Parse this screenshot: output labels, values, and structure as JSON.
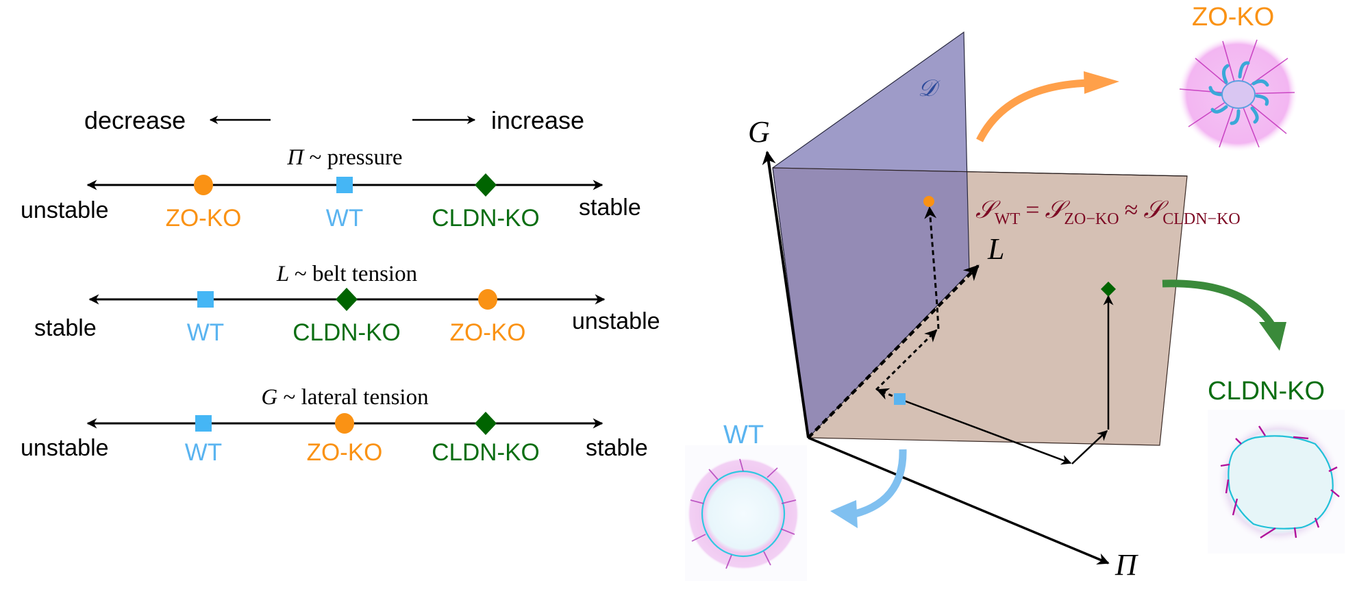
{
  "colors": {
    "wt": "#45b6f5",
    "wt_label": "#5ab4f0",
    "zo_ko": "#fa9214",
    "cldn_ko": "#006400",
    "cldn_label": "#0a6e12",
    "plane_d": "#9c98c0",
    "plane_s": "#d5c0b4",
    "plane_overlap": "#8d7888",
    "surface_label": "#7d0a24",
    "arrow_zo": "#ffa04a",
    "arrow_cldn": "#3a8a3a",
    "arrow_wt": "#80c0f0"
  },
  "legend": {
    "decrease": "decrease",
    "increase": "increase"
  },
  "scales": [
    {
      "id": "pressure",
      "symbol": "Π",
      "title": "~ pressure",
      "left_label": "unstable",
      "right_label": "stable",
      "markers": [
        {
          "name": "ZO-KO",
          "shape": "circle",
          "position": 0.23
        },
        {
          "name": "WT",
          "shape": "square",
          "position": 0.5
        },
        {
          "name": "CLDN-KO",
          "shape": "diamond",
          "position": 0.77
        }
      ]
    },
    {
      "id": "belt-tension",
      "symbol": "L",
      "title": "~ belt tension",
      "left_label": "stable",
      "right_label": "unstable",
      "markers": [
        {
          "name": "WT",
          "shape": "square",
          "position": 0.23
        },
        {
          "name": "CLDN-KO",
          "shape": "diamond",
          "position": 0.5
        },
        {
          "name": "ZO-KO",
          "shape": "circle",
          "position": 0.77
        }
      ]
    },
    {
      "id": "lateral-tension",
      "symbol": "G",
      "title": "~ lateral tension",
      "left_label": "unstable",
      "right_label": "stable",
      "markers": [
        {
          "name": "WT",
          "shape": "square",
          "position": 0.23
        },
        {
          "name": "ZO-KO",
          "shape": "circle",
          "position": 0.5
        },
        {
          "name": "CLDN-KO",
          "shape": "diamond",
          "position": 0.77
        }
      ]
    }
  ],
  "diagram3d": {
    "axis_g": "G",
    "axis_l": "L",
    "axis_pi": "Π",
    "plane_d_label": "𝒟",
    "surface_equation": {
      "s": "𝒮",
      "sub_wt": "WT",
      "eq": "=",
      "sub_zo": "ZO−KO",
      "approx": "≈",
      "sub_cldn": "CLDN−KO"
    },
    "points": [
      {
        "name": "ZO-KO",
        "shape": "circle"
      },
      {
        "name": "WT",
        "shape": "square"
      },
      {
        "name": "CLDN-KO",
        "shape": "diamond"
      }
    ]
  },
  "cells": {
    "zo_ko": "ZO-KO",
    "wt": "WT",
    "cldn_ko": "CLDN-KO"
  }
}
